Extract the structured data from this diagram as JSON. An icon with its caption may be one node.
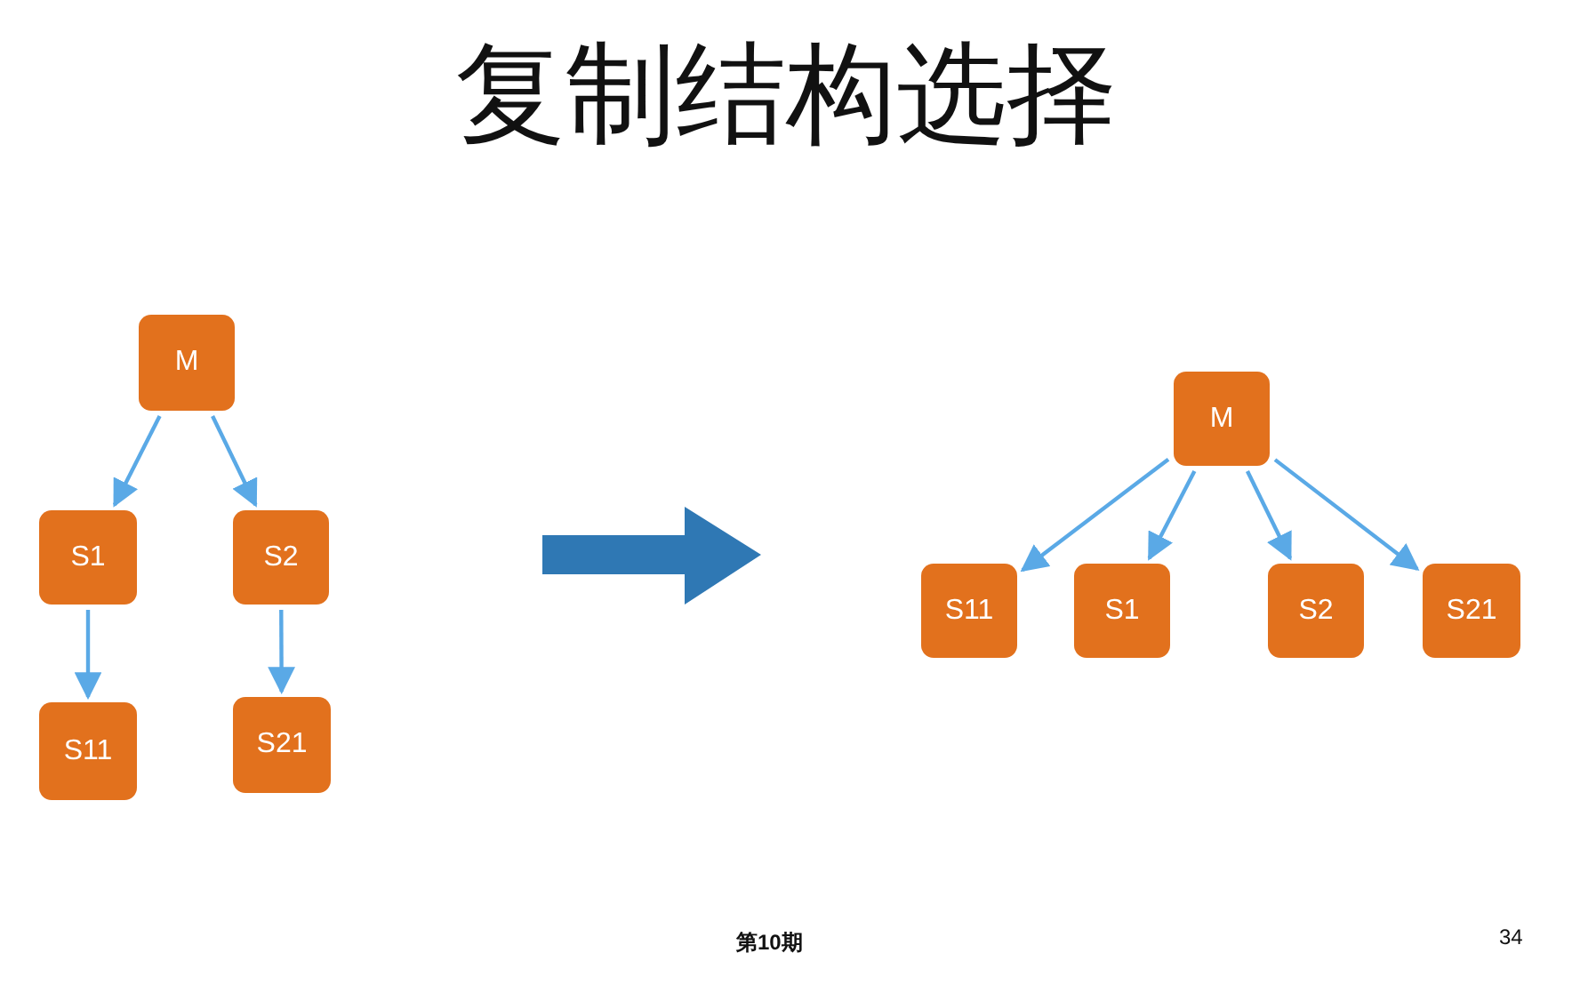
{
  "diagram": {
    "title": "复制结构选择",
    "nodes": [
      {
        "text": [
          "M"
        ]
      },
      {
        "text": [
          "S1"
        ]
      },
      {
        "text": [
          "S2"
        ]
      },
      {
        "text": [
          "S11"
        ]
      },
      {
        "text": [
          "S21"
        ]
      },
      {
        "text": [
          "M"
        ]
      },
      {
        "text": [
          "S11"
        ]
      },
      {
        "text": [
          "S1"
        ]
      },
      {
        "text": [
          "S2"
        ]
      },
      {
        "text": [
          "S21"
        ]
      }
    ],
    "edges": [
      {
        "from": 0,
        "to": 1,
        "arrow": "to"
      },
      {
        "from": 0,
        "to": 2,
        "arrow": "to"
      },
      {
        "from": 1,
        "to": 3,
        "arrow": "to"
      },
      {
        "from": 2,
        "to": 4,
        "arrow": "to"
      },
      {
        "from": 5,
        "to": 6,
        "arrow": "to"
      },
      {
        "from": 5,
        "to": 7,
        "arrow": "to"
      },
      {
        "from": 5,
        "to": 8,
        "arrow": "to"
      },
      {
        "from": 5,
        "to": 9,
        "arrow": "to"
      }
    ],
    "labels": [
      "第10期",
      "34"
    ]
  }
}
